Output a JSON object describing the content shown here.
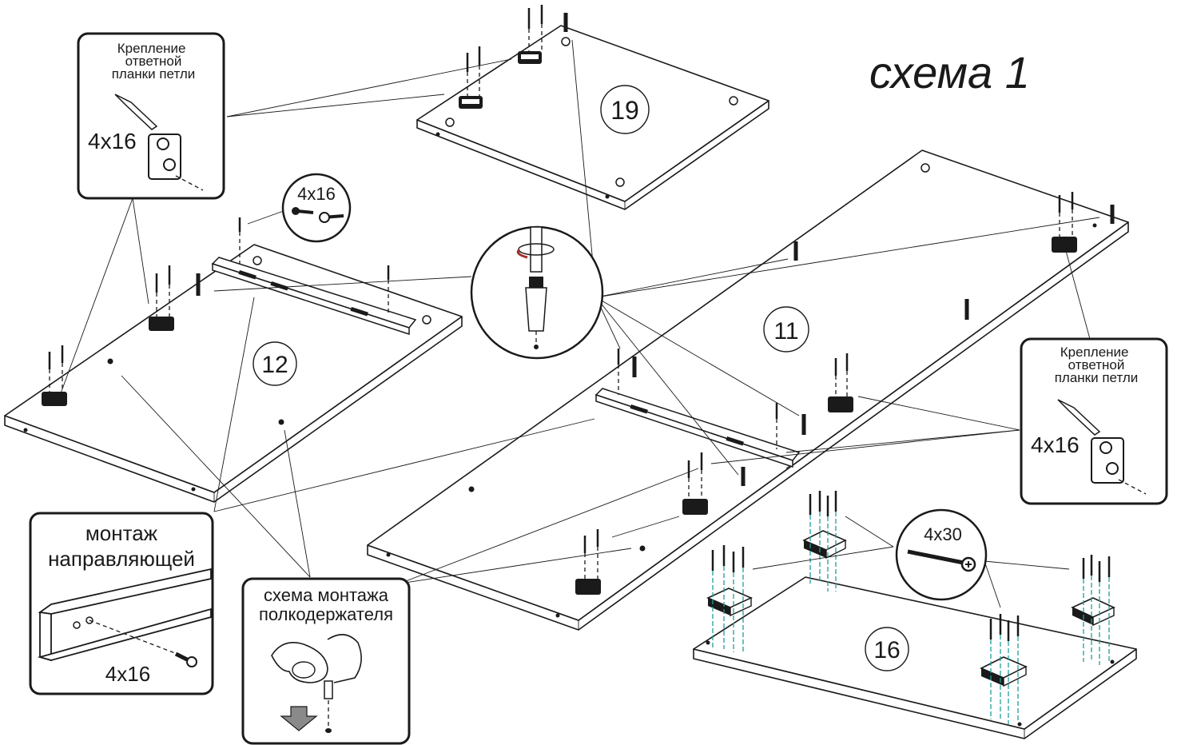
{
  "title": "схема 1",
  "panels": {
    "p19": "19",
    "p12": "12",
    "p11": "11",
    "p16": "16"
  },
  "callouts": {
    "hinge_left": {
      "label": "Крепление\nответной\nпланки петли",
      "screw": "4x16"
    },
    "hinge_right": {
      "label": "Крепление\nответной\nпланки петли",
      "screw": "4x16"
    },
    "screw_top": "4x16",
    "screw_4x30": "4x30",
    "rail": {
      "label_line1": "монтаж",
      "label_line2": "направляющей",
      "screw": "4x16"
    },
    "shelf": {
      "label_line1": "схема монтажа",
      "label_line2": "полкодержателя"
    }
  },
  "colors": {
    "ink": "#1a1a1a",
    "dowel_guides": "#1f9e9a"
  },
  "icons": [
    "screwdriver-icon",
    "hinge-plate-icon",
    "screw-icon",
    "confirmat-screw-icon",
    "hand-press-icon",
    "arrow-down-icon",
    "rail-icon",
    "foot-block-icon"
  ]
}
